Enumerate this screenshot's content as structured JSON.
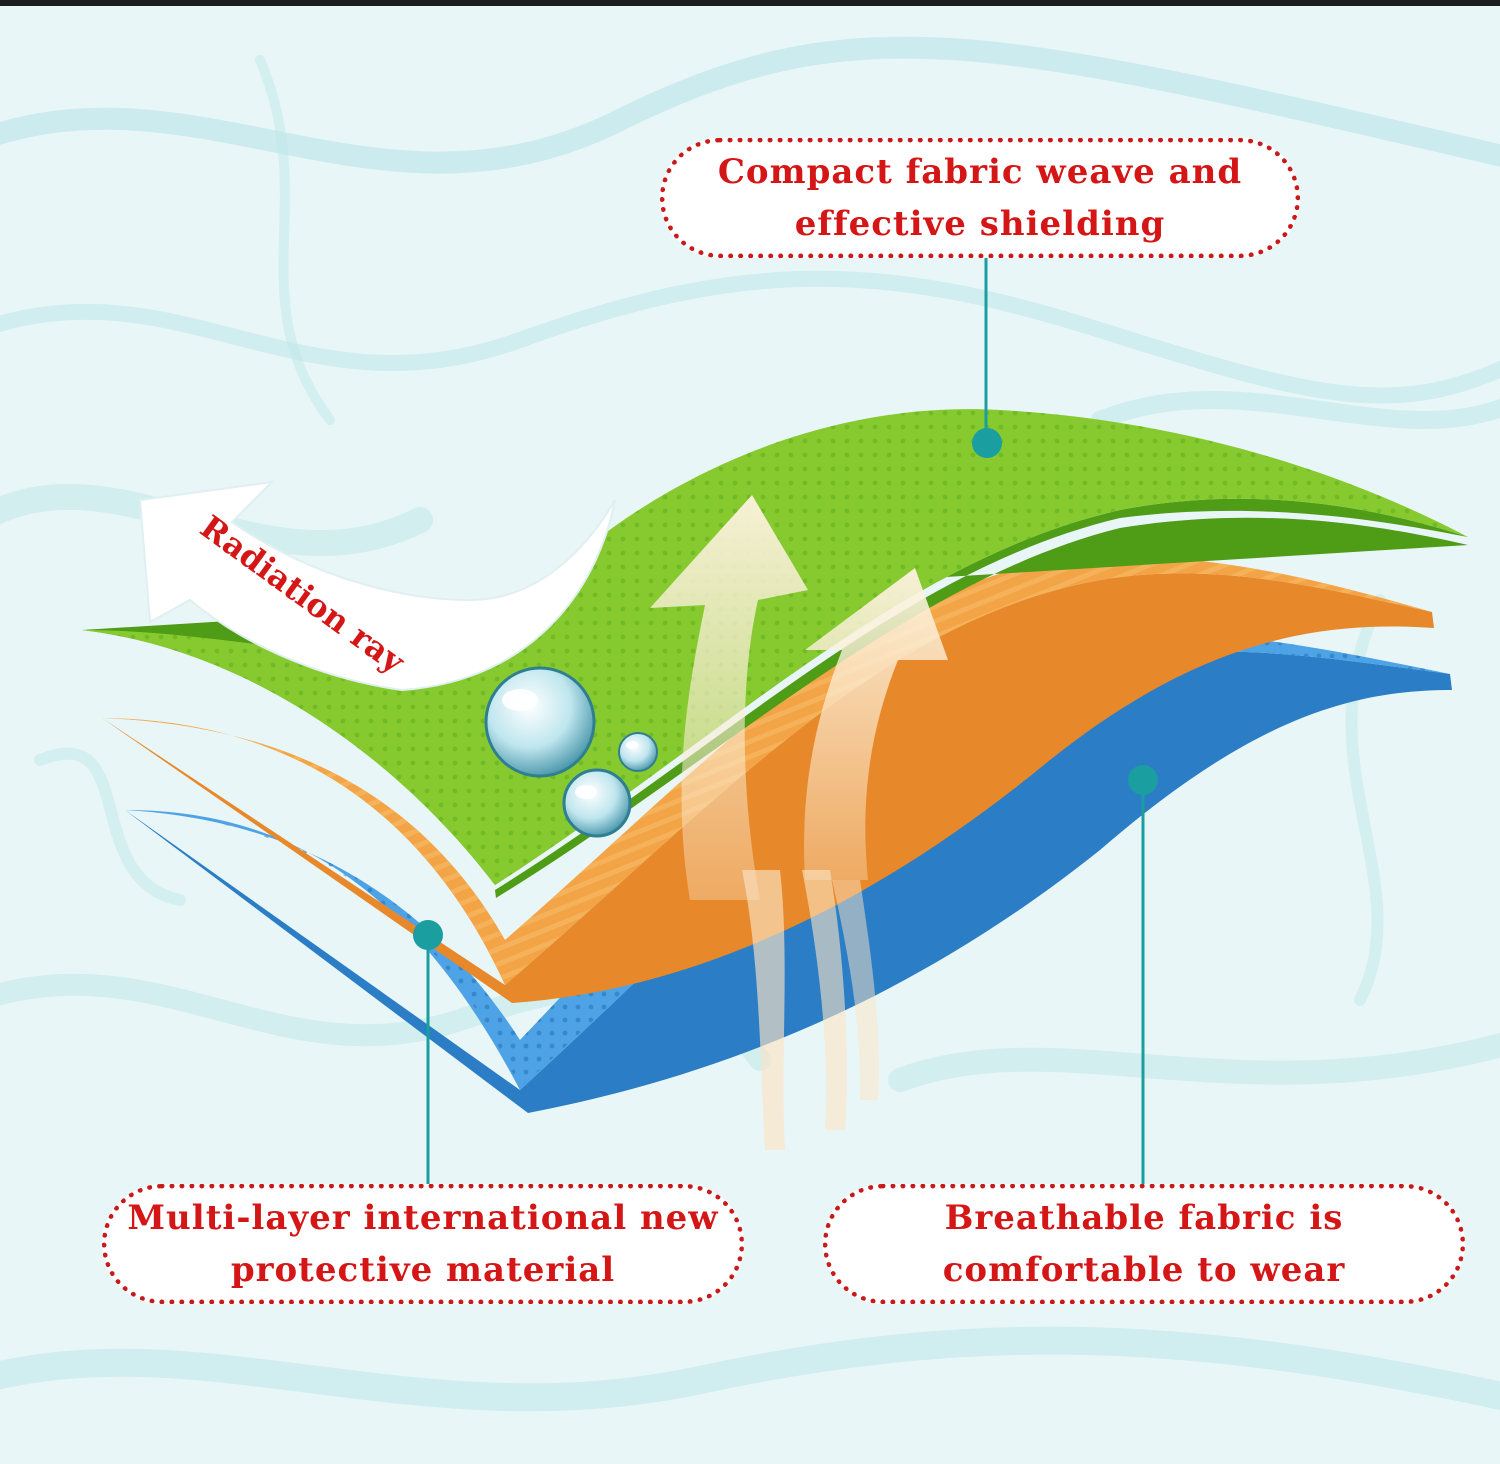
{
  "labels": {
    "top": {
      "line1": "Compact fabric weave and",
      "line2": "effective shielding"
    },
    "bottom_left": {
      "line1": "Multi-layer international new",
      "line2": "protective material"
    },
    "bottom_right": {
      "line1": "Breathable fabric is",
      "line2": "comfortable to wear"
    },
    "radiation_ray": "Radiation ray"
  },
  "colors": {
    "label_border": "#c91a1a",
    "label_text": "#d41616",
    "connector": "#1a9ea0",
    "green_layer": "#7dc52a",
    "orange_layer": "#ef9a34",
    "blue_layer": "#3a8fd6"
  }
}
